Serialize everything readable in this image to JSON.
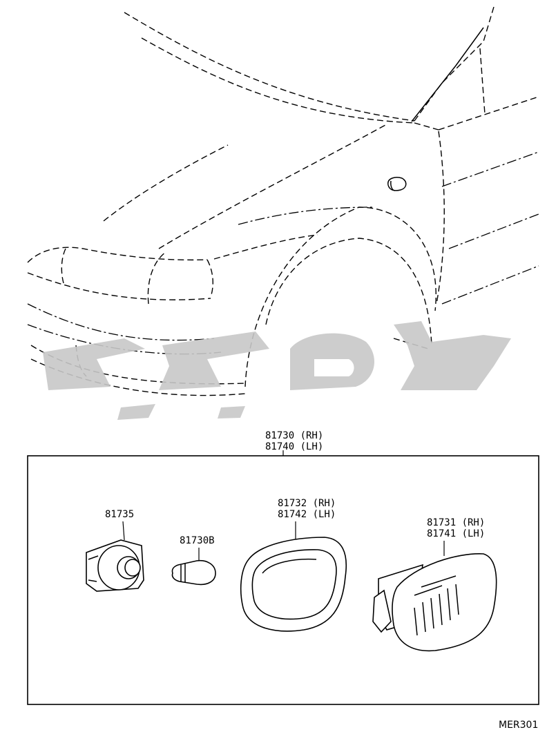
{
  "diagram": {
    "box_label": [
      "81730 (RH)",
      "81740 (LH)"
    ],
    "parts": [
      {
        "id": "socket",
        "lines": [
          "81735"
        ]
      },
      {
        "id": "bulb",
        "lines": [
          "81730B"
        ]
      },
      {
        "id": "gasket",
        "lines": [
          "81732 (RH)",
          "81742 (LH)"
        ]
      },
      {
        "id": "lens",
        "lines": [
          "81731 (RH)",
          "81741 (LH)"
        ]
      }
    ],
    "drawing_code": "MER301",
    "watermark_icon": "watermark-logo-icon",
    "colors": {
      "line": "#000000",
      "watermark": "#c8c8c8",
      "background": "#ffffff"
    }
  }
}
